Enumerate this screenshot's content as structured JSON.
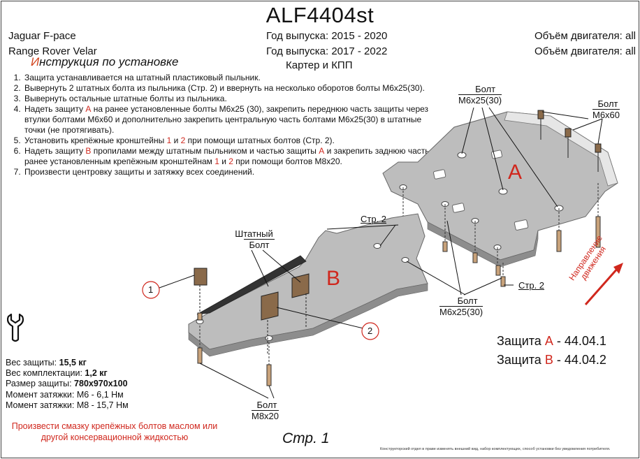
{
  "header": {
    "title": "ALF4404st",
    "car_1": "Jaguar F-pace",
    "car_2": "Range Rover Velar",
    "year_1": "Год выпуска: 2015 - 2020",
    "year_2": "Год выпуска: 2017 - 2022",
    "engine_1": "Объём двигателя: all",
    "engine_2": "Объём двигателя: all",
    "scope": "Картер и КПП"
  },
  "instructions": {
    "title_first_letter": "И",
    "title_rest": "нструкция по установке",
    "steps": [
      {
        "parts": [
          "Защита устанавливается на штатный пластиковый пыльник."
        ]
      },
      {
        "parts": [
          "Вывернуть 2 штатных болта из пыльника (Стр. 2) и ввернуть на несколько оборотов болты М6х25(30)."
        ]
      },
      {
        "parts": [
          "Вывернуть остальные штатные болты из пыльника."
        ]
      },
      {
        "parts": [
          "Надеть защиту ",
          "А",
          " на ранее установленные болты М6х25 (30), закрепить переднюю часть защиты через втулки болтами М6х60 и дополнительно закрепить центральную часть болтами М6х25(30) в штатные точки (не протягивать)."
        ]
      },
      {
        "parts": [
          "Установить крепёжные кронштейны ",
          "1",
          " и ",
          "2",
          " при помощи штатных болтов (Стр. 2)."
        ]
      },
      {
        "parts": [
          "Надеть защиту ",
          "В",
          " пропилами между штатным пыльником и частью защиты ",
          "А",
          " и закрепить заднюю часть к ранее установленным крепёжным кронштейнам ",
          "1",
          " и ",
          "2",
          " при помощи болтов М8х20."
        ]
      },
      {
        "parts": [
          "Произвести центровку защиты и затяжку всех соединений."
        ]
      }
    ]
  },
  "specs": {
    "weight_label": "Вес защиты: ",
    "weight_value": "15,5 кг",
    "kit_label": "Вес комплектации: ",
    "kit_value": "1,2 кг",
    "size_label": "Размер защиты: ",
    "size_value": "780х970х100",
    "torque_1": "Момент затяжки:  М6 - 6,1 Нм",
    "torque_2": "Момент затяжки:  М8 - 15,7 Нм"
  },
  "warning": "Произвести смазку крепёжных болтов маслом или другой консервационной жидкостью",
  "page_label": "Стр. 1",
  "footer_note": "Конструкторский отдел в праве изменять внешний вид, набор комплектующих, способ установки без уведомления потребителя.",
  "diagram": {
    "part_a": "А",
    "part_b": "В",
    "bolt_word": "Болт",
    "bolt_m6x25": "М6х25(30)",
    "bolt_m6x60": "М6х60",
    "bolt_m8x20": "М8х20",
    "std_word": "Штатный",
    "bolt_word_2": "Болт",
    "page2_ref": "Стр. 2",
    "bracket_1": "1",
    "bracket_2": "2",
    "direction": "Направление движения",
    "protection_a_label": "Защита ",
    "protection_a_letter": "А",
    "protection_a_code": " - 44.04.1",
    "protection_b_label": "Защита ",
    "protection_b_letter": "В",
    "protection_b_code": " - 44.04.2"
  },
  "colors": {
    "accent_red": "#d0271d",
    "plate_grey": "#b9b9b9",
    "plate_edge": "#6b6b6b"
  }
}
